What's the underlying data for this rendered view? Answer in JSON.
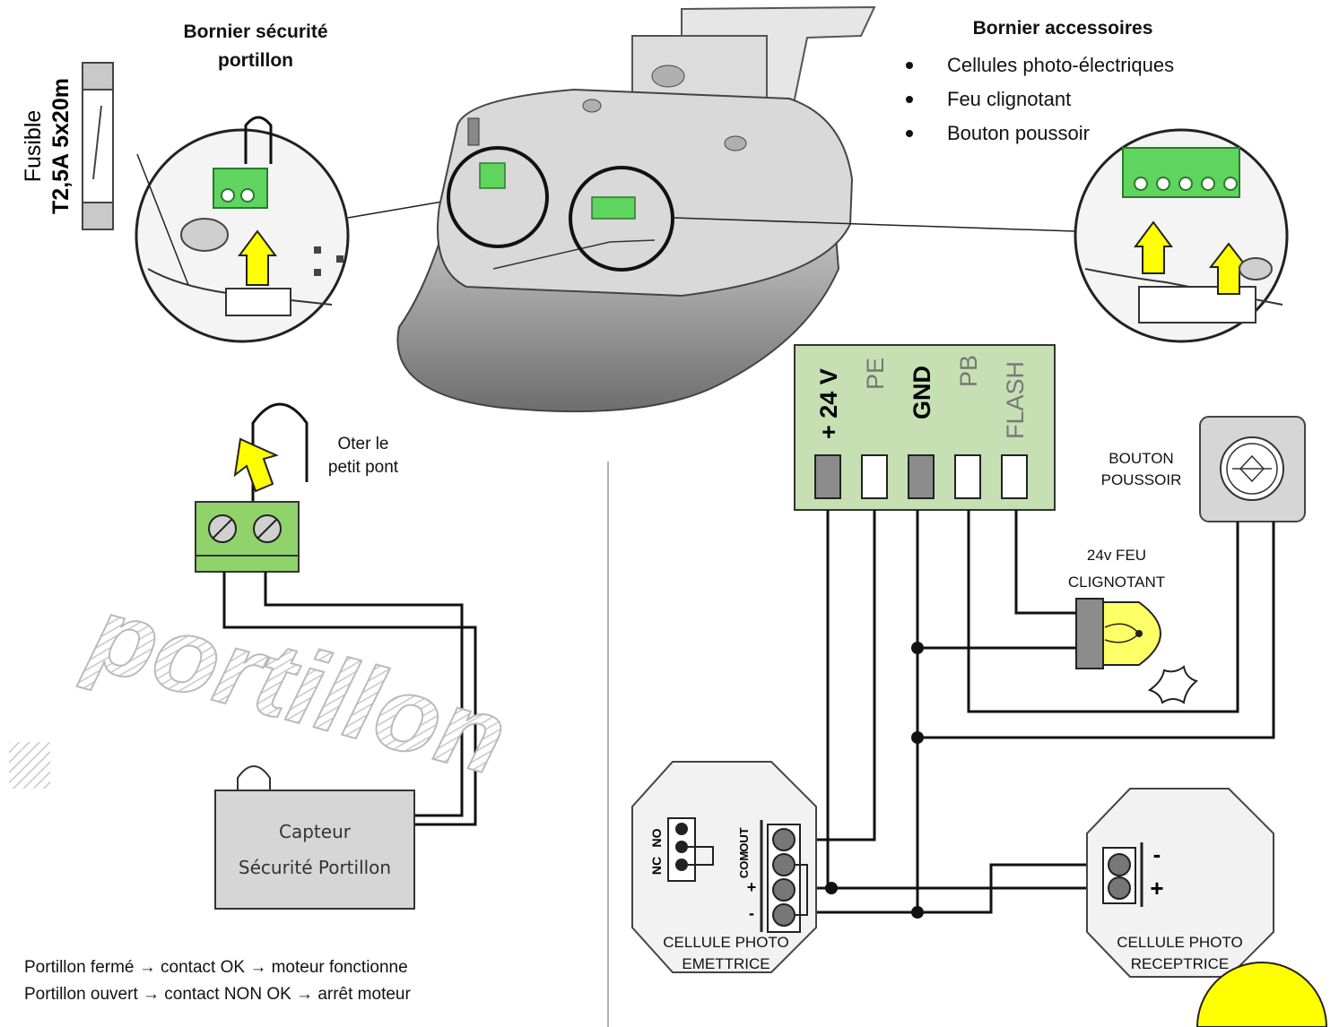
{
  "left": {
    "safety_title_line1": "Bornier sécurité",
    "safety_title_line2": "portillon",
    "fuse_label": "Fusible",
    "fuse_rating": "T2,5A 5x20m",
    "remove_bridge_line1": "Oter le",
    "remove_bridge_line2": "petit pont",
    "watermark": "portillon",
    "sensor_line1": "Capteur",
    "sensor_line2": "Sécurité Portillon",
    "caption_line1": "Portillon fermé → contact OK → moteur fonctionne",
    "caption_line2": "Portillon ouvert → contact NON OK → arrêt moteur"
  },
  "right": {
    "accessories_title": "Bornier accessoires",
    "accessories": [
      "Cellules photo-électriques",
      "Feu clignotant",
      "Bouton poussoir"
    ],
    "terminals": [
      "+ 24 V",
      "PE",
      "GND",
      "PB",
      "FLASH"
    ],
    "button_line1": "BOUTON",
    "button_line2": "POUSSOIR",
    "lamp_line1": "24v FEU",
    "lamp_line2": "CLIGNOTANT",
    "emitter_line1": "CELLULE PHOTO",
    "emitter_line2": "EMETTRICE",
    "receiver_line1": "CELLULE PHOTO",
    "receiver_line2": "RECEPTRICE",
    "emitter_contacts": [
      "NO",
      "NC"
    ],
    "emitter_terminals": [
      "OUT",
      "COM",
      "+",
      "-"
    ],
    "receiver_terminals": [
      "-",
      "+"
    ]
  },
  "colors": {
    "terminal_green": "#5fd45f",
    "board_green": "#c6e0b4",
    "arrow_yellow": "#ffff00",
    "housing_gray": "#9a9a9a",
    "sensor_gray": "#d9d9d9"
  }
}
